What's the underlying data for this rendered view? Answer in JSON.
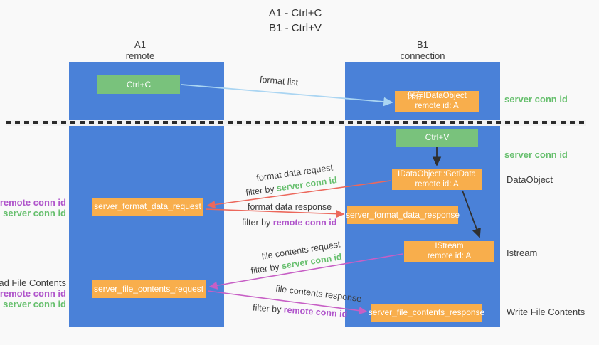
{
  "title": {
    "line1": "A1 - Ctrl+C",
    "line2": "B1 - Ctrl+V"
  },
  "columns": {
    "left": {
      "name": "A1",
      "subtitle": "remote"
    },
    "right": {
      "name": "B1",
      "subtitle": "connection"
    }
  },
  "nodes": {
    "ctrl_c": "Ctrl+C",
    "ctrl_v": "Ctrl+V",
    "save_dataobject_line1": "保存IDataObject",
    "save_dataobject_line2": "remote id: A",
    "getdata_line1": "IDataObject::GetData",
    "getdata_line2": "remote id: A",
    "istream_line1": "IStream",
    "istream_line2": "remote id: A",
    "format_request": "server_format_data_request",
    "format_response": "server_format_data_response",
    "file_request": "server_file_contents_request",
    "file_response": "server_file_contents_response"
  },
  "arrow_labels": {
    "format_list": "format list",
    "format_data_request": "format data request",
    "format_data_response": "format data response",
    "file_contents_request": "file contents request",
    "file_contents_response": "file contents response",
    "filter_by": "filter by",
    "server_conn_id": "server conn id",
    "remote_conn_id": "remote conn id"
  },
  "side_labels": {
    "server_conn_id": "server conn id",
    "remote_conn_id": "remote conn id",
    "dataobject": "DataObject",
    "istream": "Istream",
    "read_file_contents": "Read File Contents",
    "write_file_contents": "Write File Contents"
  },
  "colors": {
    "column_blue": "#4a81d8",
    "node_green": "#79c27c",
    "node_orange": "#f8ae4c",
    "arrow_light_blue": "#aad5f2",
    "arrow_red": "#ec685c",
    "arrow_magenta": "#c75fc5",
    "arrow_black": "#2f2f2f",
    "text_green": "#66bf6d",
    "text_purple": "#b055cb",
    "text_dark": "#3d3d3d"
  }
}
